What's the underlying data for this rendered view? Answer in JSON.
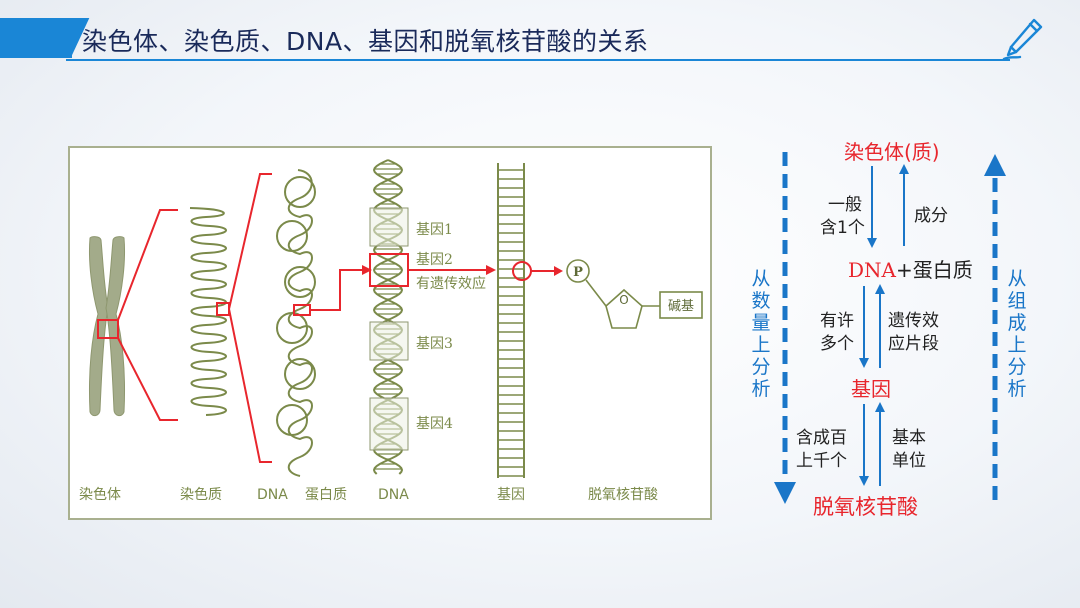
{
  "header": {
    "title": "染色体、染色质、DNA、基因和脱氧核苷酸的关系",
    "accent_color": "#1a86d6",
    "icon": "pen-icon"
  },
  "figure": {
    "bottom_labels": [
      "染色体",
      "染色质",
      "DNA",
      "蛋白质",
      "DNA",
      "基因",
      "脱氧核苷酸"
    ],
    "gene_labels": [
      "基因1",
      "基因2",
      "有遗传效应",
      "基因3",
      "基因4"
    ],
    "phosphate": "P",
    "base": "碱基",
    "structure_color": "#7b8a4a",
    "highlight_color": "#e8262d"
  },
  "flow": {
    "chromosome": "染色体(质)",
    "dna_protein_prefix": "DNA",
    "dna_protein_suffix": "+蛋白质",
    "gene": "基因",
    "nucleotide": "脱氧核苷酸",
    "left1_a": "一般",
    "left1_b": "含1个",
    "right1": "成分",
    "left2_a": "有许",
    "left2_b": "多个",
    "right2_a": "遗传效",
    "right2_b": "应片段",
    "left3_a": "含成百",
    "left3_b": "上千个",
    "right3_a": "基本",
    "right3_b": "单位",
    "side_left": "从数量上分析",
    "side_right": "从组成上分析",
    "arrow_color": "#1a76c8"
  }
}
